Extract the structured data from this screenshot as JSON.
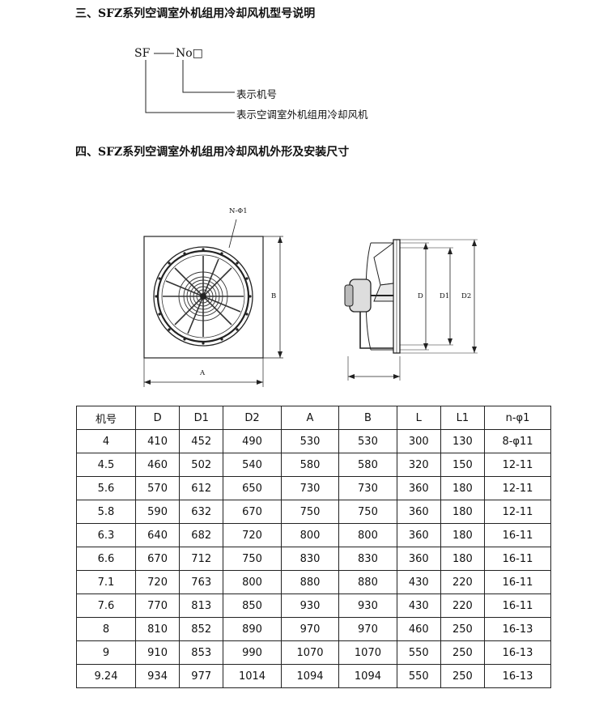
{
  "section3": {
    "title": "三、SFZ系列空调室外机组用冷却风机型号说明",
    "code_prefix": "SF",
    "code_no": "No□",
    "label_machine_no": "表示机号",
    "label_fan_type": "表示空调室外机组用冷却风机"
  },
  "section4": {
    "title": "四、SFZ系列空调室外机组用冷却风机外形及安装尺寸",
    "drawing_labels": {
      "holes": "N-Φ1",
      "a": "A",
      "b": "B",
      "d": "D",
      "d1": "D1",
      "d2": "D2"
    }
  },
  "table": {
    "headers": [
      "机号",
      "D",
      "D1",
      "D2",
      "A",
      "B",
      "L",
      "L1",
      "n-φ1"
    ],
    "rows": [
      [
        "4",
        "410",
        "452",
        "490",
        "530",
        "530",
        "300",
        "130",
        "8-φ11"
      ],
      [
        "4.5",
        "460",
        "502",
        "540",
        "580",
        "580",
        "320",
        "150",
        "12-11"
      ],
      [
        "5.6",
        "570",
        "612",
        "650",
        "730",
        "730",
        "360",
        "180",
        "12-11"
      ],
      [
        "5.8",
        "590",
        "632",
        "670",
        "750",
        "750",
        "360",
        "180",
        "12-11"
      ],
      [
        "6.3",
        "640",
        "682",
        "720",
        "800",
        "800",
        "360",
        "180",
        "16-11"
      ],
      [
        "6.6",
        "670",
        "712",
        "750",
        "830",
        "830",
        "360",
        "180",
        "16-11"
      ],
      [
        "7.1",
        "720",
        "763",
        "800",
        "880",
        "880",
        "430",
        "220",
        "16-11"
      ],
      [
        "7.6",
        "770",
        "813",
        "850",
        "930",
        "930",
        "430",
        "220",
        "16-11"
      ],
      [
        "8",
        "810",
        "852",
        "890",
        "970",
        "970",
        "460",
        "250",
        "16-13"
      ],
      [
        "9",
        "910",
        "853",
        "990",
        "1070",
        "1070",
        "550",
        "250",
        "16-13"
      ],
      [
        "9.24",
        "934",
        "977",
        "1014",
        "1094",
        "1094",
        "550",
        "250",
        "16-13"
      ]
    ]
  }
}
